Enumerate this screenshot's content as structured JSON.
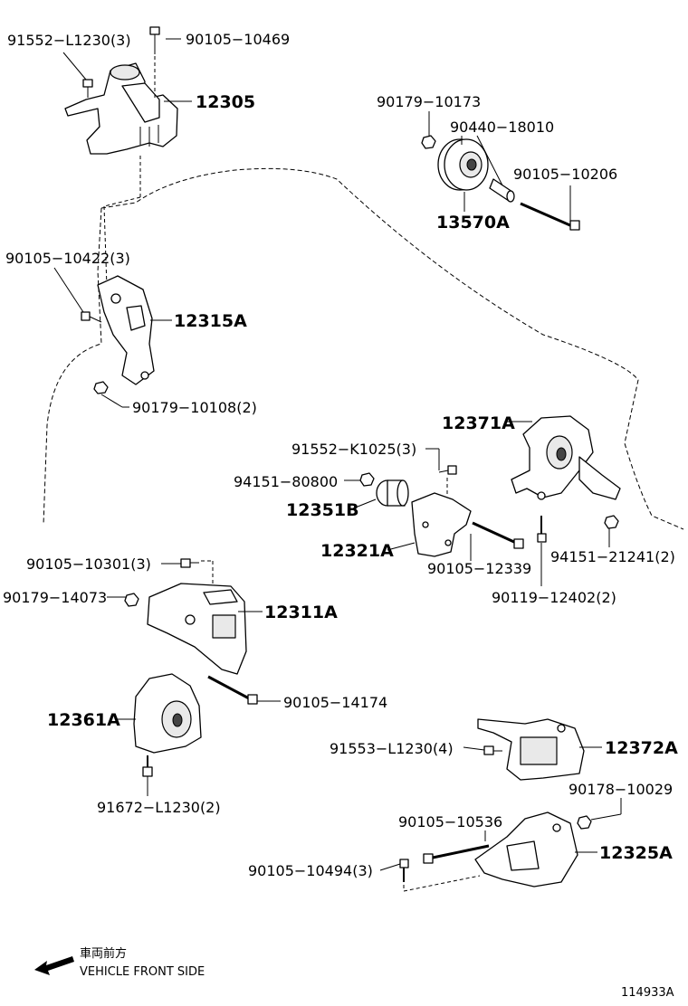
{
  "labels": {
    "l_91552_L1230": "91552−L1230(3)",
    "l_90105_10469": "90105−10469",
    "l_12305": "12305",
    "l_90179_10173": "90179−10173",
    "l_90440_18010": "90440−18010",
    "l_90105_10206": "90105−10206",
    "l_13570A": "13570A",
    "l_90105_10422": "90105−10422(3)",
    "l_12315A": "12315A",
    "l_90179_10108": "90179−10108(2)",
    "l_12371A": "12371A",
    "l_91552_K1025": "91552−K1025(3)",
    "l_94151_80800": "94151−80800",
    "l_12351B": "12351B",
    "l_12321A": "12321A",
    "l_90105_12339": "90105−12339",
    "l_94151_21241": "94151−21241(2)",
    "l_90119_12402": "90119−12402(2)",
    "l_90105_10301": "90105−10301(3)",
    "l_90179_14073": "90179−14073",
    "l_12311A": "12311A",
    "l_90105_14174": "90105−14174",
    "l_12361A": "12361A",
    "l_91553_L1230": "91553−L1230(4)",
    "l_12372A": "12372A",
    "l_91672_L1230": "91672−L1230(2)",
    "l_90178_10029": "90178−10029",
    "l_90105_10536": "90105−10536",
    "l_12325A": "12325A",
    "l_90105_10494": "90105−10494(3)"
  },
  "direction": {
    "japanese": "車両前方",
    "english": "VEHICLE FRONT SIDE"
  },
  "illustration_code": "114933A"
}
